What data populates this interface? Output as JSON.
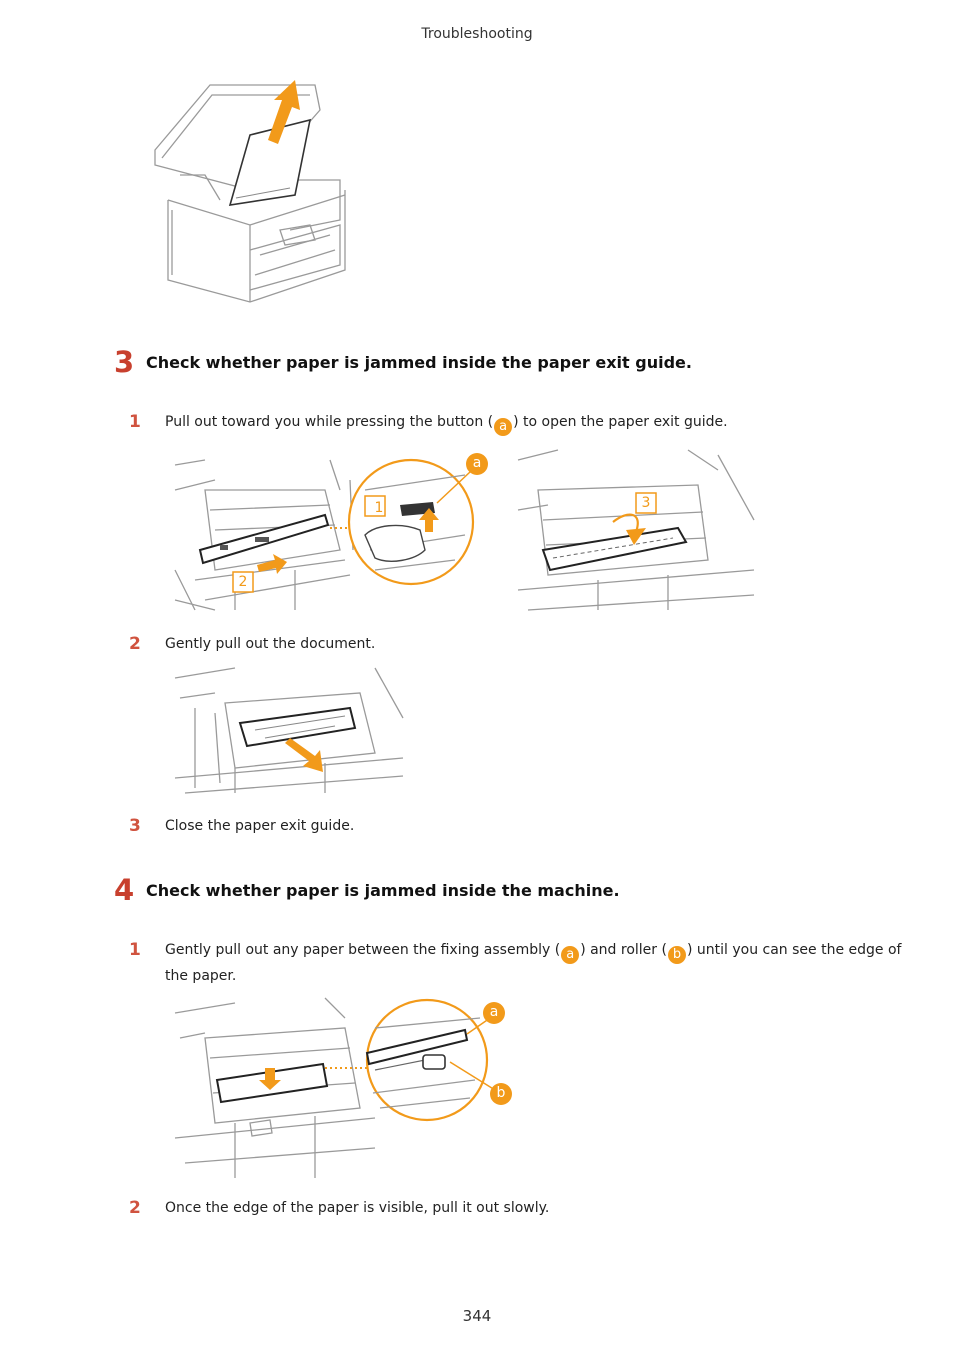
{
  "header": {
    "title": "Troubleshooting"
  },
  "steps": [
    {
      "number": "3",
      "title": "Check whether paper is jammed inside the paper exit guide.",
      "substeps": [
        {
          "number": "1",
          "text_before": "Pull out toward you while pressing the button (",
          "badge": "a",
          "text_after": ") to open the paper exit guide."
        },
        {
          "number": "2",
          "text": "Gently pull out the document."
        },
        {
          "number": "3",
          "text": "Close the paper exit guide."
        }
      ],
      "callouts": {
        "a": "a",
        "label1": "1",
        "label2": "2",
        "label3": "3"
      }
    },
    {
      "number": "4",
      "title": "Check whether paper is jammed inside the machine.",
      "substeps": [
        {
          "number": "1",
          "text_p1": "Gently pull out any paper between the fixing assembly (",
          "badge_a": "a",
          "text_p2": ") and roller (",
          "badge_b": "b",
          "text_p3": ") until you can see the edge of",
          "text_line2": "the paper."
        },
        {
          "number": "2",
          "text": "Once the edge of the paper is visible, pull it out slowly."
        }
      ],
      "callouts": {
        "a": "a",
        "b": "b"
      }
    }
  ],
  "footer": {
    "page_number": "344"
  },
  "colors": {
    "accent": "#f29a1a",
    "step_number": "#c8402e",
    "line_art": "#9a9a9a"
  }
}
